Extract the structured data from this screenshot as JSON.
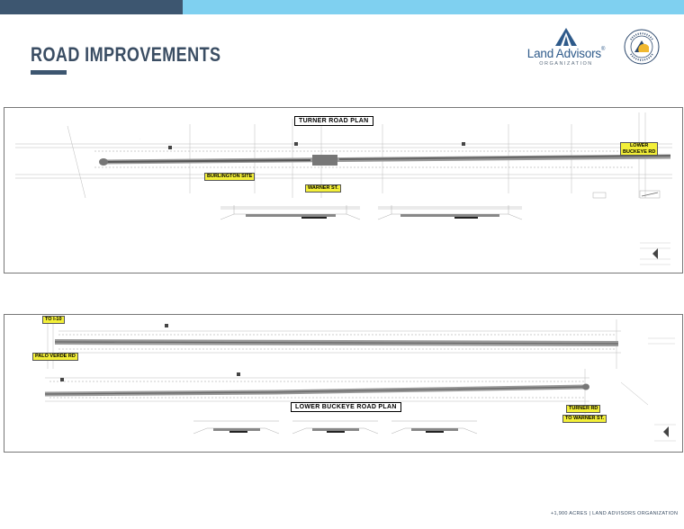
{
  "header": {
    "title": "ROAD IMPROVEMENTS",
    "colors": {
      "bar_dark": "#3d5670",
      "bar_light": "#7fd0f0",
      "title": "#3a4d63"
    }
  },
  "logos": {
    "land_advisors": {
      "name": "Land Advisors",
      "trademark": "®",
      "subtitle": "ORGANIZATION",
      "icon": "mountain-logo-icon"
    },
    "seal": {
      "icon": "nathan-associates-seal-icon"
    }
  },
  "plans": [
    {
      "title": "TURNER ROAD PLAN",
      "tags": [
        "BURLINGTON SITE",
        "WARNER ST.",
        "LOWER",
        "BUCKEYE RD"
      ]
    },
    {
      "title": "LOWER BUCKEYE ROAD PLAN",
      "tags": [
        "TO I-10",
        "PALO VERDE RD",
        "TURNER RD",
        "TO WARNER ST."
      ]
    }
  ],
  "footer": {
    "text": "+1,900 ACRES  |  LAND ADVISORS ORGANIZATION"
  }
}
